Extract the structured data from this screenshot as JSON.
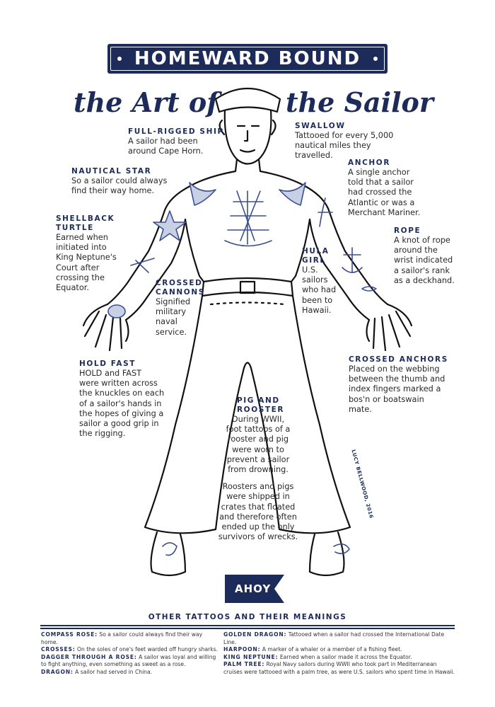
{
  "banner": {
    "title": "HOMEWARD BOUND"
  },
  "subtitle": {
    "left": "the Art of",
    "right": "the Sailor"
  },
  "labels": {
    "full_rigged_ship": {
      "title": "FULL-RIGGED SHIP",
      "lines": [
        "A sailor had been",
        "around Cape Horn."
      ]
    },
    "swallow": {
      "title": "SWALLOW",
      "lines": [
        "Tattooed for every 5,000",
        "nautical miles they",
        "travelled."
      ]
    },
    "nautical_star": {
      "title": "NAUTICAL STAR",
      "lines": [
        "So a sailor could always",
        "find their way home."
      ]
    },
    "anchor": {
      "title": "ANCHOR",
      "lines": [
        "A single anchor",
        "told that a sailor",
        "had crossed the",
        "Atlantic or was a",
        "Merchant Mariner."
      ]
    },
    "shellback_turtle": {
      "title_lines": [
        "SHELLBACK",
        "TURTLE"
      ],
      "lines": [
        "Earned when",
        "initiated into",
        "King Neptune's",
        "Court after",
        "crossing the",
        "Equator."
      ]
    },
    "rope": {
      "title": "ROPE",
      "lines": [
        "A knot of rope",
        "around the",
        "wrist indicated",
        "a sailor's rank",
        "as a deckhand."
      ]
    },
    "hula_girl": {
      "title_lines": [
        "HULA",
        "GIRL"
      ],
      "lines": [
        "U.S.",
        "sailors",
        "who had",
        "been to",
        "Hawaii."
      ]
    },
    "crossed_cannons": {
      "title_lines": [
        "CROSSED",
        "CANNONS"
      ],
      "lines": [
        "Signified",
        "military",
        "naval",
        "service."
      ]
    },
    "hold_fast": {
      "title": "HOLD FAST",
      "lines": [
        "HOLD and FAST",
        "were written across",
        "the knuckles on each",
        "of a sailor's hands in",
        "the hopes of giving a",
        "sailor a good grip in",
        "the rigging."
      ]
    },
    "crossed_anchors": {
      "title": "CROSSED ANCHORS",
      "lines": [
        "Placed on the webbing",
        "between the thumb and",
        "index fingers marked a",
        "bos'n or boatswain",
        "mate."
      ]
    },
    "pig_and_rooster": {
      "title_lines": [
        "PIG AND",
        "ROOSTER"
      ],
      "lines": [
        "During WWII,",
        "foot tattoos of a",
        "rooster and pig",
        "were worn to",
        "prevent a sailor",
        "from drowning."
      ],
      "lines2": [
        "Roosters and pigs",
        "were shipped in",
        "crates that floated",
        "and therefore often",
        "ended up the only",
        "survivors of wrecks."
      ]
    }
  },
  "signature": "LUCY BELLWOOD, 2016",
  "ahoy": "AHOY",
  "other": {
    "heading": "OTHER TATTOOS AND THEIR MEANINGS",
    "left": [
      {
        "term": "COMPASS ROSE:",
        "text": "So a sailor could always find their way home."
      },
      {
        "term": "CROSSES:",
        "text": "On the soles of one's feet warded off hungry sharks."
      },
      {
        "term": "DAGGER THROUGH A ROSE:",
        "text": "A sailor was loyal and willing to fight anything, even something as sweet as a rose."
      },
      {
        "term": "DRAGON:",
        "text": "A sailor had served in China."
      }
    ],
    "right": [
      {
        "term": "GOLDEN DRAGON:",
        "text": "Tattooed when a sailor had crossed the International Date Line."
      },
      {
        "term": "HARPOON:",
        "text": "A marker of a whaler or a member of a fishing fleet."
      },
      {
        "term": "KING NEPTUNE:",
        "text": "Earned when a sailor made it across the Equator."
      },
      {
        "term": "PALM TREE:",
        "text": "Royal Navy sailors during WWII who took part in Mediterranean cruises were tattooed with a palm tree, as were U.S. sailors who spent time in Hawaii."
      }
    ]
  },
  "colors": {
    "navy": "#1c2b5a",
    "ink": "#111111",
    "tattoo": "#3a4f8f"
  }
}
